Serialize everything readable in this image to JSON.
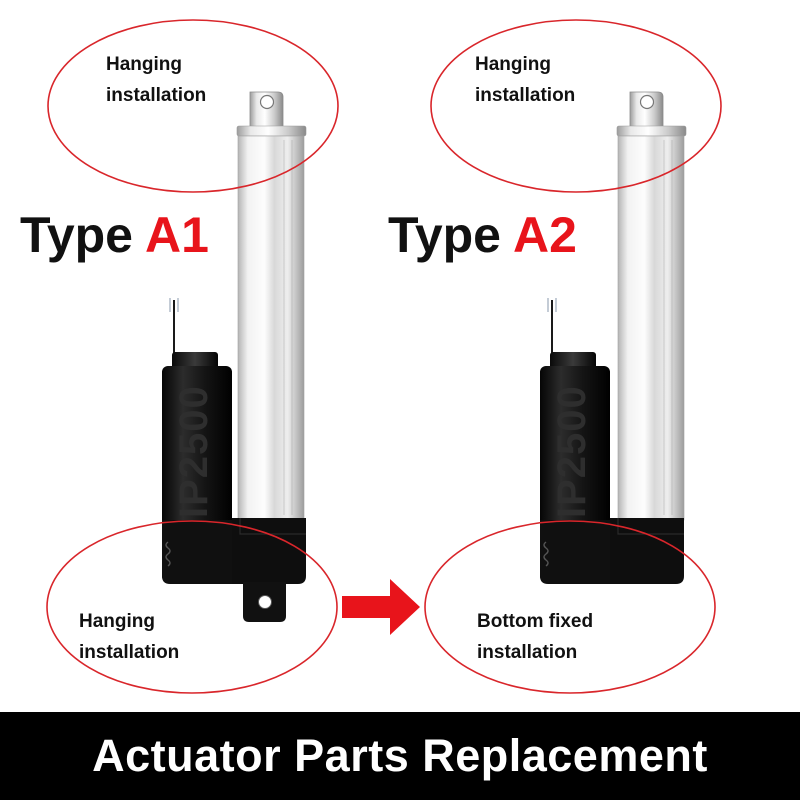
{
  "actuators": [
    {
      "type_word": "Type",
      "type_code": "A1",
      "body_text": "IP2500",
      "top_label": {
        "line1": "Hanging",
        "line2": "installation"
      },
      "bottom_label": {
        "line1": "Hanging",
        "line2": "installation"
      }
    },
    {
      "type_word": "Type",
      "type_code": "A2",
      "body_text": "IP2500",
      "top_label": {
        "line1": "Hanging",
        "line2": "installation"
      },
      "bottom_label": {
        "line1": "Bottom fixed",
        "line2": "installation"
      }
    }
  ],
  "footer": {
    "text": "Actuator Parts Replacement"
  },
  "colors": {
    "accent_red": "#e8141b",
    "ellipse_outline": "#d9262b",
    "footer_bg": "#000000"
  },
  "icons": {
    "arrow": "right-arrow-icon"
  }
}
